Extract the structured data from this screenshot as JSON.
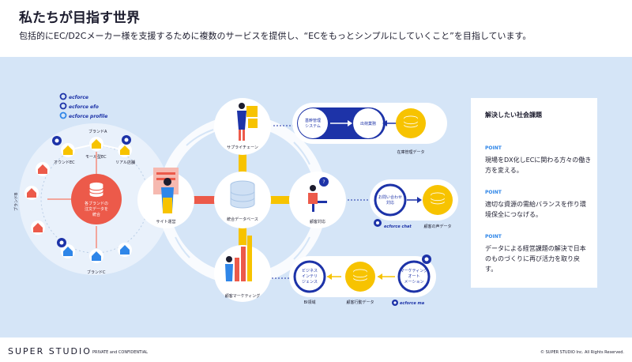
{
  "header": {
    "title": "私たちが目指す世界",
    "subtitle": "包括的にEC/D2Cメーカー様を支援するために複数のサービスを提供し、“ECをもっとシンプルにしていくこと”を目指しています。"
  },
  "legend": {
    "items": [
      "ecforce",
      "ecforce efo",
      "ecforce profile"
    ]
  },
  "brands": {
    "brand_a": "ブランドA",
    "brand_b": "ブランドB",
    "brand_c": "ブランドC",
    "owned_ec": "オウンドEC",
    "mall_ec": "モール型EC",
    "real_store": "リアル店舗",
    "central_line1": "各ブランドの",
    "central_line2": "注文データを",
    "central_line3": "統合"
  },
  "nodes": {
    "site_operation": "サイト運営",
    "supply_chain": "サプライチェーン",
    "integrated_db": "統合データベース",
    "customer_support": "顧客対応",
    "customer_marketing": "顧客マーケティング"
  },
  "supply_flow": {
    "sys_line1": "基幹管理",
    "sys_line2": "システム",
    "shipping": "出荷業務",
    "inventory": "在庫管理データ"
  },
  "support_flow": {
    "inquiry_line1": "お問い合わせ",
    "inquiry_line2": "対応",
    "product": "ecforce chat",
    "customer_data": "顧客の声データ"
  },
  "marketing_flow": {
    "bi_line1": "ビジネス",
    "bi_line2": "インテリ",
    "bi_line3": "ジェンス",
    "ma_line1": "マーケティング",
    "ma_line2": "オート",
    "ma_line3": "メーション",
    "bi_label": "BI領域",
    "behavior_data": "顧客行動データ",
    "product": "ecforce ma"
  },
  "panel": {
    "title": "解決したい社会課題",
    "points": [
      {
        "label": "POINT",
        "text": "現場をDX化しECに関わる方々の働き方を変える。"
      },
      {
        "label": "POINT",
        "text": "適切な資源の需給バランスを作り環境保全につなげる。"
      },
      {
        "label": "POINT",
        "text": "データによる経営課題の解決で日本のものづくりに再び活力を取り戻す。"
      }
    ]
  },
  "footer": {
    "logo": "SUPER STUDIO",
    "confidential": "PRIVATE and CONFIDENTIAL",
    "copyright": "© SUPER STUDIO Inc. All Rights Reserved."
  },
  "colors": {
    "navy": "#1d33a8",
    "blue": "#2f86e8",
    "yellow": "#f7c300",
    "red": "#ec5a4a",
    "background": "#d5e5f7"
  }
}
